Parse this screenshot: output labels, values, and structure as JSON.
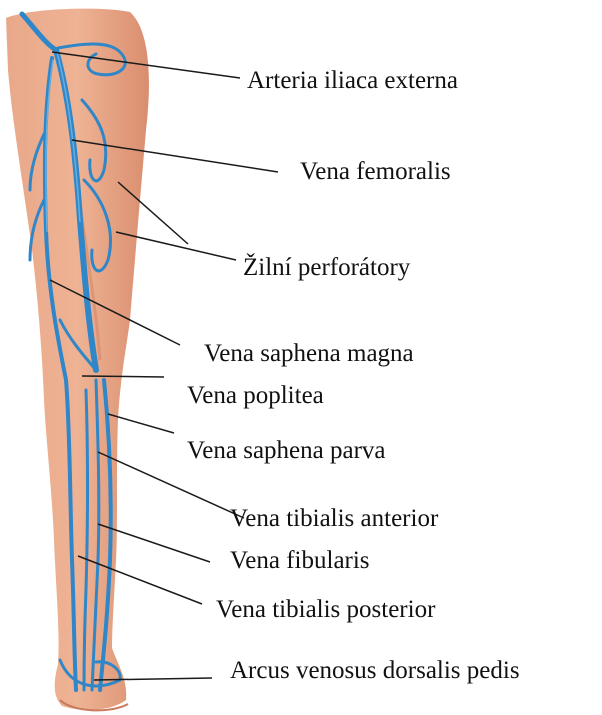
{
  "diagram": {
    "labels": [
      {
        "id": "arteria-iliaca-externa",
        "text": "Arteria iliaca externa"
      },
      {
        "id": "vena-femoralis",
        "text": "Vena femoralis"
      },
      {
        "id": "zilni-perforatory",
        "text": "Žilní perforátory"
      },
      {
        "id": "vena-saphena-magna",
        "text": "Vena saphena magna"
      },
      {
        "id": "vena-poplitea",
        "text": "Vena poplitea"
      },
      {
        "id": "vena-saphena-parva",
        "text": "Vena saphena parva"
      },
      {
        "id": "vena-tibialis-anterior",
        "text": "Vena tibialis anterior"
      },
      {
        "id": "vena-fibularis",
        "text": "Vena fibularis"
      },
      {
        "id": "vena-tibialis-posterior",
        "text": "Vena tibialis posterior"
      },
      {
        "id": "arcus-venosus-dorsalis-pedis",
        "text": "Arcus venosus dorsalis pedis"
      }
    ]
  },
  "colors": {
    "skin": "#e8a584",
    "skin_shadow": "#d8896a",
    "vein": "#2f86c8",
    "vein_highlight": "#7cc0ec",
    "leader_line": "#1a1a1a",
    "text": "#111111"
  }
}
